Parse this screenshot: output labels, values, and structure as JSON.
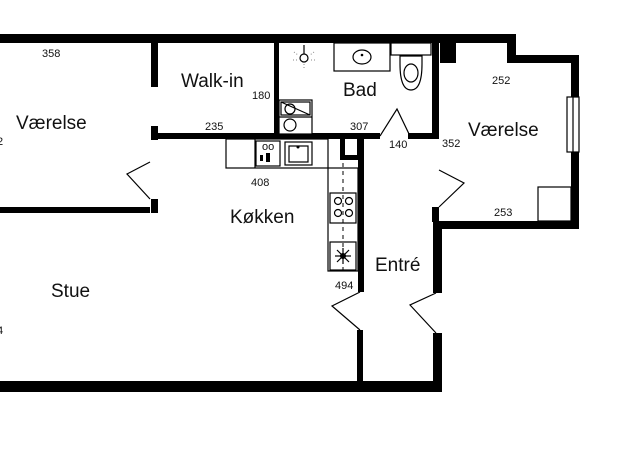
{
  "rooms": {
    "vaerelse_left": "Værelse",
    "walkin": "Walk-in",
    "bad": "Bad",
    "vaerelse_right": "Værelse",
    "kokken": "Køkken",
    "entre": "Entré",
    "stue": "Stue"
  },
  "dimensions": {
    "d358": "358",
    "d180": "180",
    "d235": "235",
    "d307": "307",
    "d140": "140",
    "d352": "352",
    "d252": "252",
    "d253": "253",
    "d408": "408",
    "d494": "494",
    "edge_left_top": "2",
    "edge_left_bottom": "4"
  }
}
